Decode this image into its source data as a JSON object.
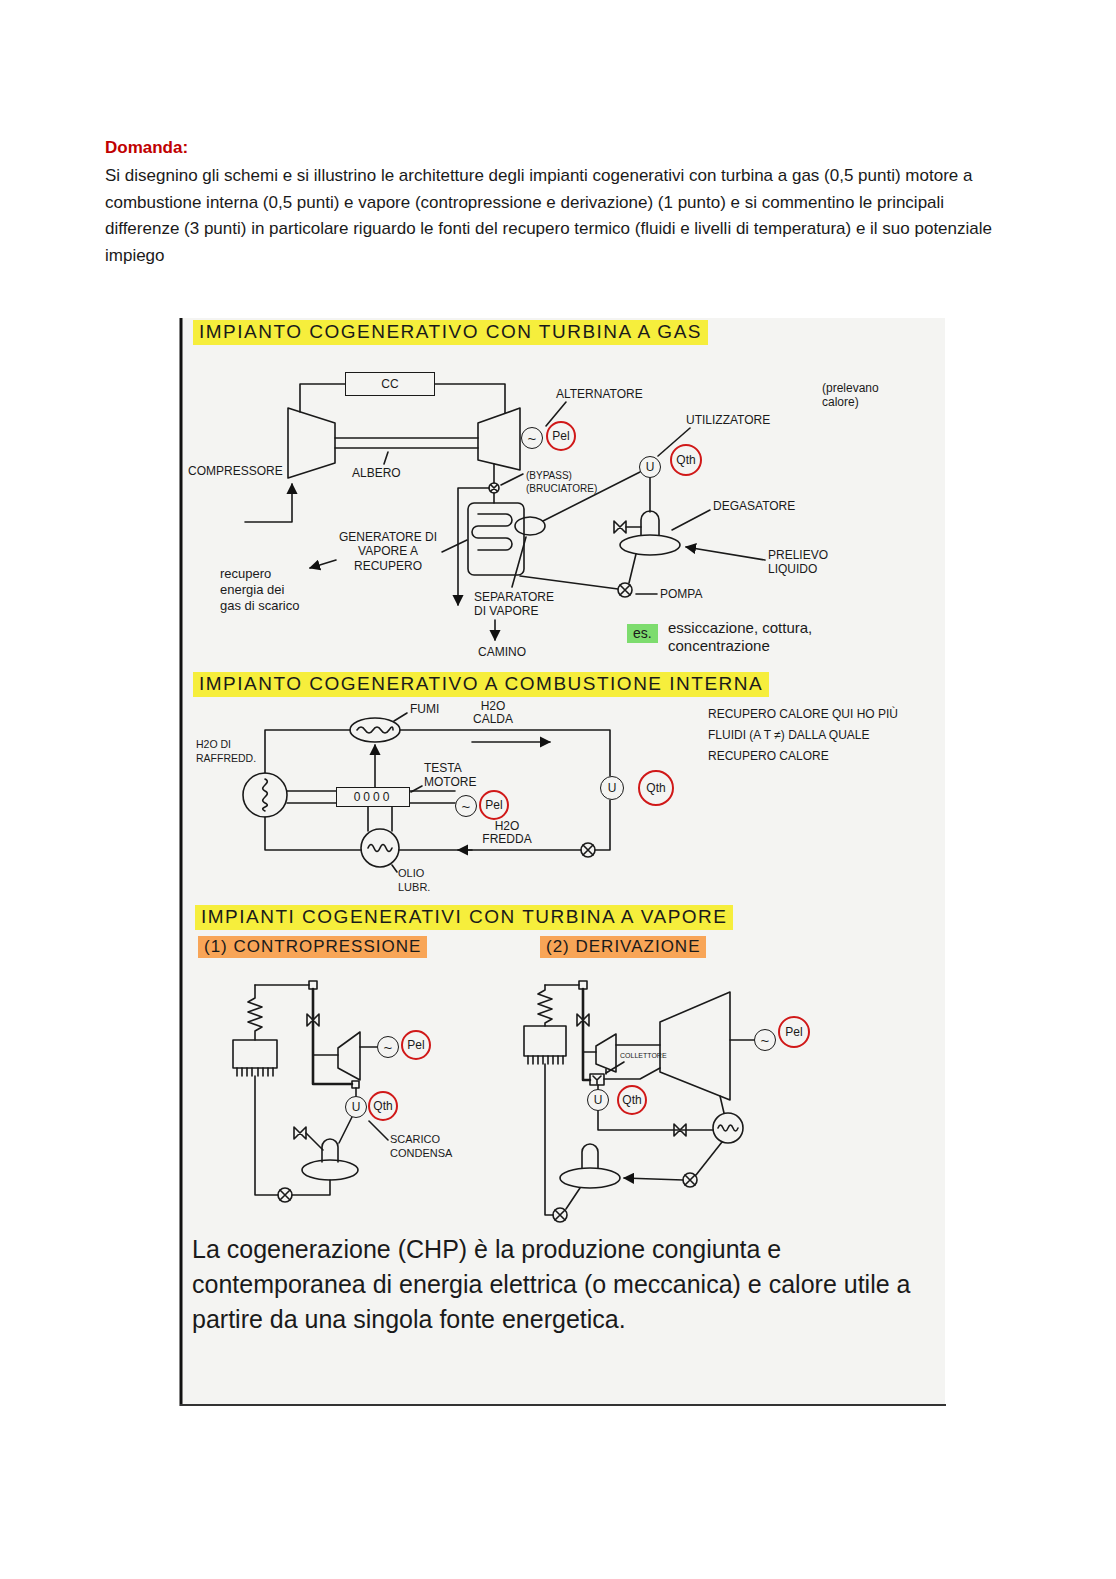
{
  "diagram": {
    "title": "Domanda:",
    "caption": "La cogenerazione (CHP) è la produzione congiunta e contemporanea di energia elettrica (o meccanica) e calore utile a partire da una singola fonte energetica.",
    "nodes": [
      {
        "text": [
          "CC"
        ]
      },
      {
        "text": [
          "~"
        ]
      },
      {
        "text": [
          "Pel"
        ]
      },
      {
        "text": [
          "U"
        ]
      },
      {
        "text": [
          "Qth"
        ]
      },
      {
        "text": [
          "U"
        ]
      },
      {
        "text": [
          "Qth"
        ]
      },
      {
        "text": [
          "0000"
        ]
      },
      {
        "text": [
          "~"
        ]
      },
      {
        "text": [
          "Pel"
        ]
      },
      {
        "text": [
          "~"
        ]
      },
      {
        "text": [
          "Pel"
        ]
      },
      {
        "text": [
          "U"
        ]
      },
      {
        "text": [
          "Qth"
        ]
      },
      {
        "text": [
          "~"
        ]
      },
      {
        "text": [
          "Pel"
        ]
      },
      {
        "text": [
          "U"
        ]
      },
      {
        "text": [
          "Qth"
        ]
      }
    ],
    "labels": [
      "Si disegnino gli schemi e si illustrino le architetture degli impianti cogenerativi con turbina a gas (0,5 punti) motore a combustione interna (0,5 punti) e vapore (contropressione e derivazione) (1 punto) e si commentino le principali differenze (3 punti) in particolare riguardo le fonti del recupero termico (fluidi e livelli di temperatura) e il suo potenziale impiego",
      "IMPIANTO COGENERATIVO CON TURBINA A GAS",
      "COMPRESSORE",
      "ALBERO",
      "ALTERNATORE",
      "UTILIZZATORE",
      "(prelevano calore)",
      "(BYPASS)",
      "(BRUCIATORE)",
      "DEGASATORE",
      "GENERATORE DI VAPORE A RECUPERO",
      "recupero energia dei gas di scarico",
      "SEPARATORE DI VAPORE",
      "PRELIEVO LIQUIDO",
      "POMPA",
      "CAMINO",
      "es.",
      "essiccazione, cottura, concentrazione",
      "IMPIANTO COGENERATIVO A COMBUSTIONE INTERNA",
      "FUMI",
      "H2O CALDA",
      "H2O DI RAFFREDD.",
      "TESTA MOTORE",
      "H2O FREDDA",
      "OLIO LUBR.",
      "RECUPERO CALORE QUI HO PIÙ FLUIDI (A T ≠) DALLA QUALE RECUPERO CALORE",
      "IMPIANTI COGENERATIVI CON TURBINA A VAPORE",
      "(1) CONTROPRESSIONE",
      "(2) DERIVAZIONE",
      "SCARICO CONDENSA",
      "COLLETTORE"
    ]
  }
}
